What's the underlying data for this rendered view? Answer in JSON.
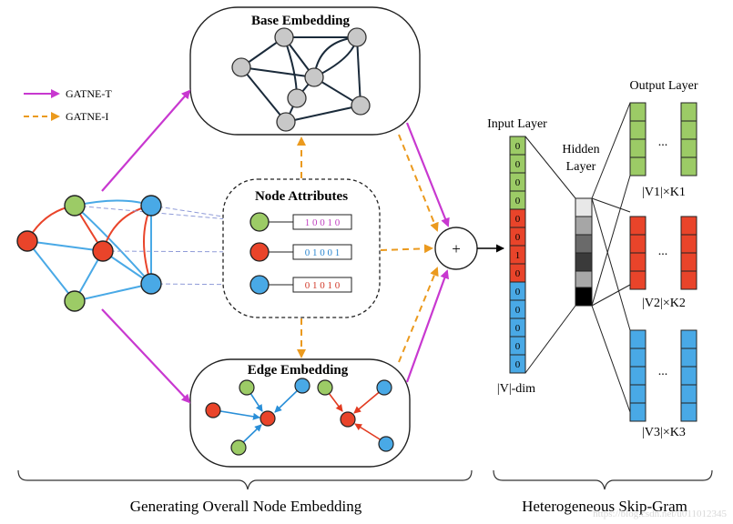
{
  "legend": {
    "gatne_t": "GATNE-T",
    "gatne_i": "GATNE-I"
  },
  "titles": {
    "base_embedding": "Base Embedding",
    "node_attributes": "Node Attributes",
    "edge_embedding": "Edge Embedding",
    "input_layer": "Input Layer",
    "hidden_layer_line1": "Hidden",
    "hidden_layer_line2": "Layer",
    "output_layer": "Output Layer",
    "plus": "+",
    "v_dim": "|V|-dim",
    "v1k1": "|V1|×K1",
    "v2k2": "|V2|×K2",
    "v3k3": "|V3|×K3",
    "ellipsis": "...",
    "section_left": "Generating Overall Node Embedding",
    "section_right": "Heterogeneous Skip-Gram",
    "watermark": "https://blog.csdn.net/u011012345"
  },
  "attributes": {
    "row1": [
      "1",
      "0",
      "0",
      "1",
      "0"
    ],
    "row2": [
      "0",
      "1",
      "0",
      "0",
      "1"
    ],
    "row3": [
      "0",
      "1",
      "0",
      "1",
      "0"
    ]
  },
  "input_vector": [
    "0",
    "0",
    "0",
    "0",
    "0",
    "0",
    "1",
    "0",
    "0",
    "0",
    "0",
    "0",
    "0"
  ],
  "colors": {
    "green": "#9ccb66",
    "red": "#e9442a",
    "blue": "#49a9e6",
    "gray_node": "#c8c8c8",
    "magenta": "#c838d0",
    "orange": "#eb9a1e",
    "dashed_link": "#8f9bd8",
    "attr_magenta": "#c040c0",
    "attr_blue": "#2a86d0",
    "attr_red": "#d23a2a"
  }
}
